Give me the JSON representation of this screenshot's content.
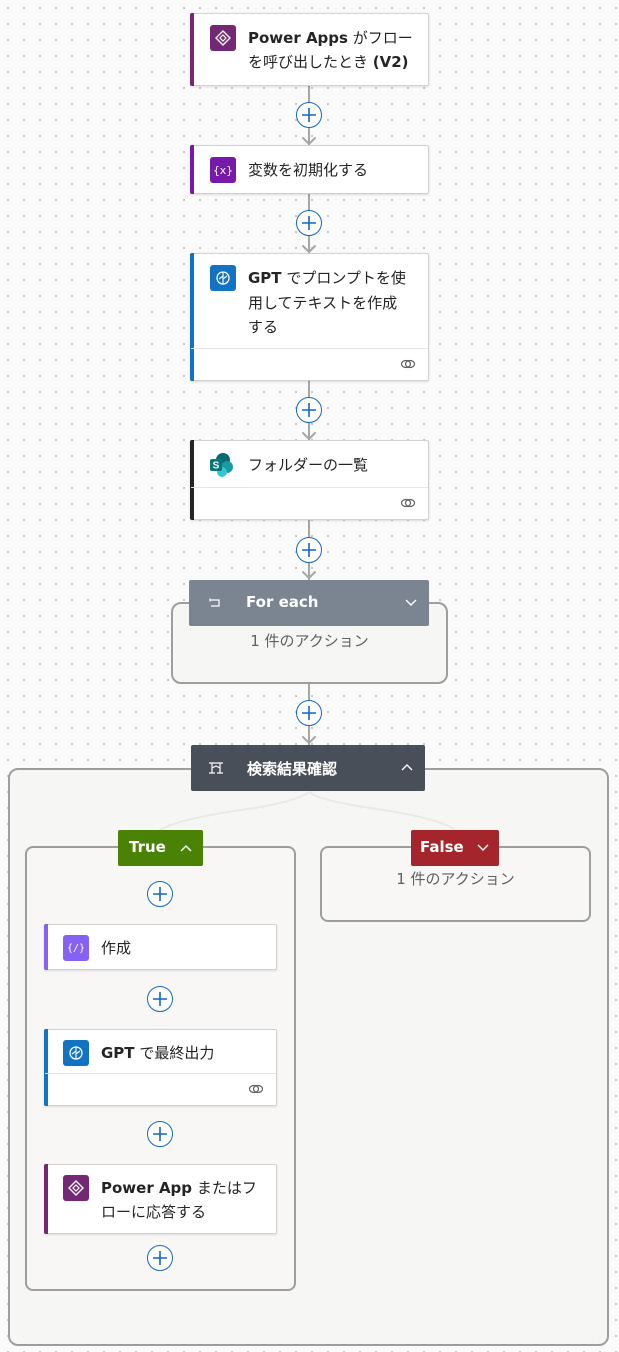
{
  "steps": {
    "trigger": {
      "title_bold": "Power Apps",
      "title_rest": " がフロー",
      "title_line2": "を呼び出したとき ",
      "title_line2_bold": "(V2)",
      "icon": "power-apps-icon",
      "accent": "#742774"
    },
    "init_var": {
      "title": "変数を初期化する",
      "icon": "variable-icon",
      "accent": "#7719aa"
    },
    "gpt_prompt": {
      "title_bold": "GPT",
      "title_rest": " でプロンプトを使",
      "title_line2": "用してテキストを作成",
      "title_line3": "する",
      "icon": "ai-builder-icon",
      "accent": "#1273c2"
    },
    "folder_list": {
      "title": "フォルダーの一覧",
      "icon": "sharepoint-icon",
      "accent": "#242424"
    },
    "for_each": {
      "label": "For each",
      "summary": "1 件のアクション",
      "color": "#7a8591"
    },
    "condition": {
      "label": "検索結果確認",
      "color": "#484f58"
    }
  },
  "branches": {
    "true": {
      "label": "True",
      "color": "#498205"
    },
    "false": {
      "label": "False",
      "color": "#a4262c",
      "summary": "1 件のアクション"
    }
  },
  "true_steps": {
    "compose": {
      "title": "作成",
      "icon": "compose-icon",
      "accent": "#8661f2"
    },
    "gpt_final": {
      "title_bold": "GPT",
      "title_rest": " で最終出力",
      "icon": "ai-builder-icon",
      "accent": "#1273c2"
    },
    "respond": {
      "title_bold": "Power App",
      "title_rest": " またはフ",
      "title_line2": "ローに応答する",
      "icon": "power-apps-icon",
      "accent": "#742774"
    }
  }
}
